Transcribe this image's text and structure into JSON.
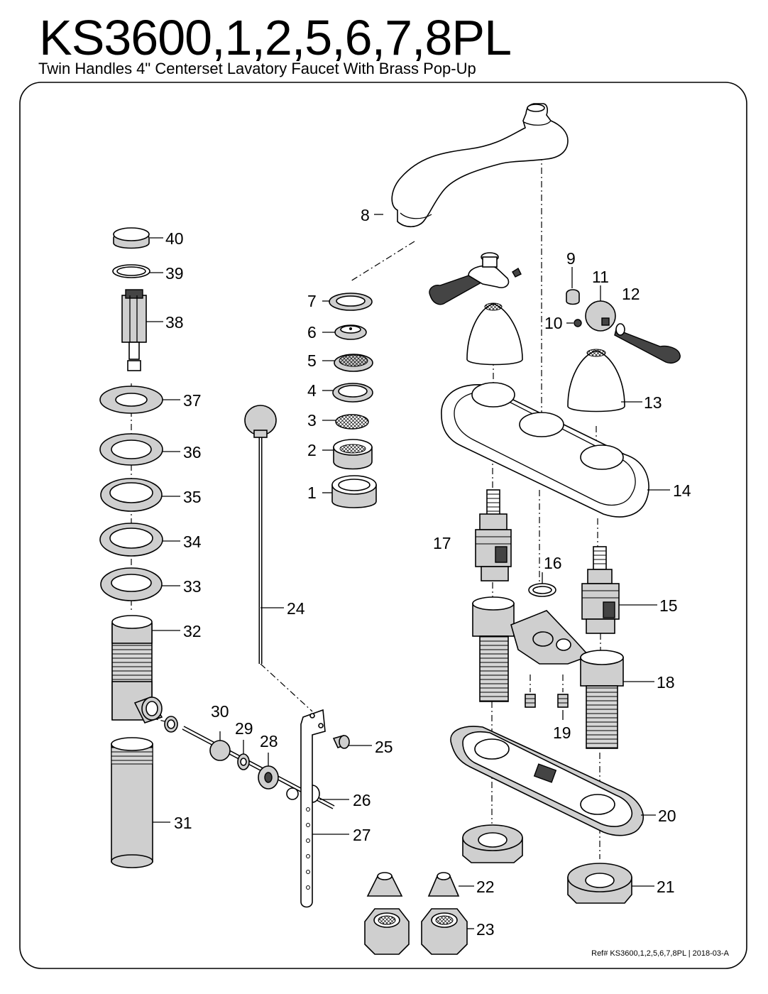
{
  "header": {
    "model": "KS3600,1,2,5,6,7,8PL",
    "subtitle": "Twin Handles 4\" Centerset Lavatory Faucet With Brass Pop-Up"
  },
  "footer": {
    "reference": "Ref# KS3600,1,2,5,6,7,8PL | 2018-03-A"
  },
  "callouts": [
    "1",
    "2",
    "3",
    "4",
    "5",
    "6",
    "7",
    "8",
    "9",
    "10",
    "11",
    "12",
    "13",
    "14",
    "15",
    "16",
    "17",
    "18",
    "19",
    "20",
    "21",
    "22",
    "23",
    "24",
    "25",
    "26",
    "27",
    "28",
    "29",
    "30",
    "31",
    "32",
    "33",
    "34",
    "35",
    "36",
    "37",
    "38",
    "39",
    "40"
  ]
}
